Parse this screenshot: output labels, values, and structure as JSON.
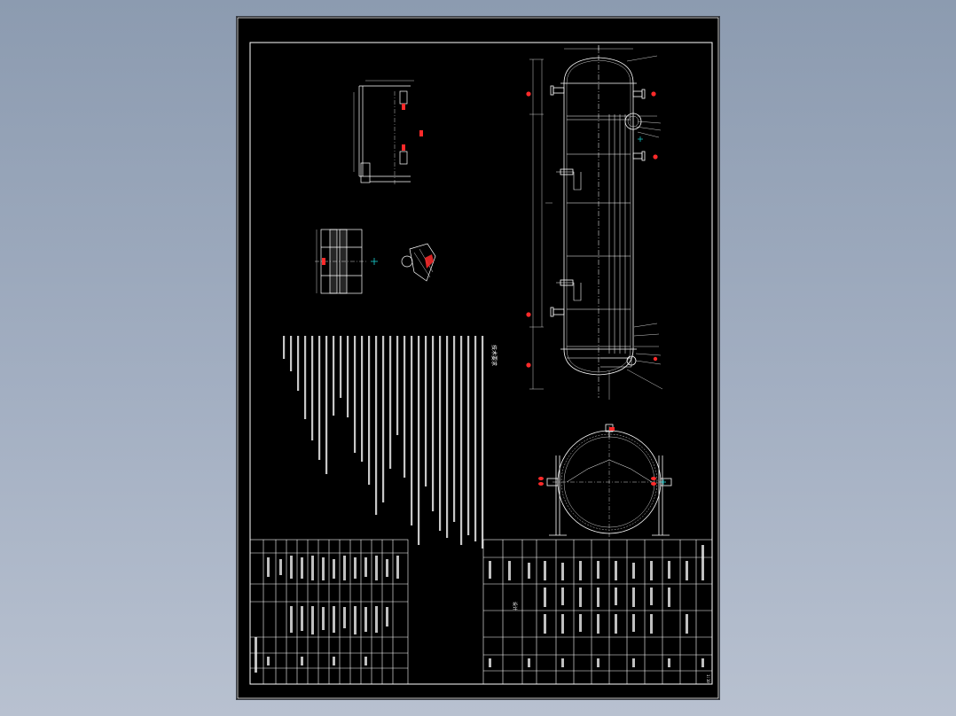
{
  "viewer": {
    "background_top": "#8c9bb0",
    "background_bottom": "#b8c1d0"
  },
  "drawing": {
    "paper_color": "#000000",
    "line_color": "#ffffff",
    "highlight_color": "#ff2a2a",
    "accent_color": "#19d3d3",
    "views": [
      "vessel-elevation",
      "vessel-cross-section",
      "nozzle-detail",
      "flange-detail",
      "weld-detail"
    ],
    "notes_heading": "技术要求",
    "title_block": {
      "stamp_text": "设计",
      "sheet_label": "1:10"
    }
  }
}
